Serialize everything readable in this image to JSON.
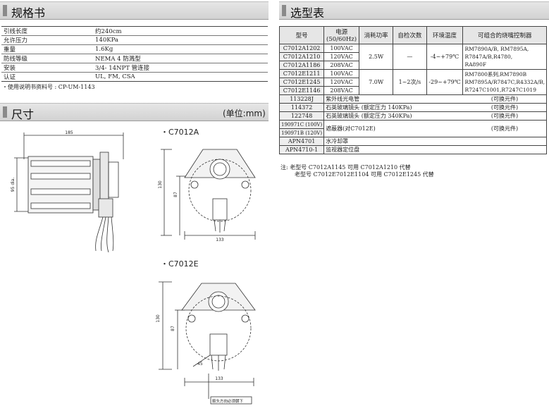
{
  "spec": {
    "title": "规格书",
    "rows": [
      {
        "k": "引线长度",
        "v": "约240cm"
      },
      {
        "k": "允许压力",
        "v": "140KPa"
      },
      {
        "k": "重量",
        "v": "1.6Kg"
      },
      {
        "k": "防线等级",
        "v": "NEMA 4 防溅型"
      },
      {
        "k": "安装",
        "v": "3/4- 14NPT 管连接"
      },
      {
        "k": "认证",
        "v": "UL, FM, CSA"
      }
    ],
    "note": "・使用说明书资料号 : CP-UM-1143"
  },
  "dims": {
    "title": "尺寸",
    "unit": "(单位:mm)",
    "label_a": "・C7012A",
    "label_e": "・C7012E",
    "side_len": "185",
    "side_dia": "95 dia.",
    "a_h1": "130",
    "a_h2": "87",
    "a_w": "133",
    "e_h1": "130",
    "e_h2": "87",
    "e_w": "133",
    "e_angle": "45",
    "e_note": "箭头方向必须朝下"
  },
  "select": {
    "title": "选型表",
    "headers": [
      "型号",
      "电源",
      "(50/60Hz)",
      "消耗功率",
      "自检次数",
      "环境温度",
      "可组合的烧嘴控制器"
    ],
    "groupA": {
      "models": [
        "C7012A1202",
        "C7012A1210",
        "C7012A1186"
      ],
      "volts": [
        "100VAC",
        "120VAC",
        "208VAC"
      ],
      "power": "2.5W",
      "checks": "—",
      "temp": "-4~+79℃",
      "ctl": [
        "RM7890A/B, RM7895A,",
        "R7847A/B,R4780,",
        "RA890F"
      ]
    },
    "groupE": {
      "models": [
        "C7012E1211",
        "C7012E1245",
        "C7012E1146"
      ],
      "volts": [
        "100VAC",
        "120VAC",
        "208VAC"
      ],
      "power": "7.0W",
      "checks": "1~2次/s",
      "temp": "-29~+79℃",
      "ctl": [
        "RM7800系列,RM7890B",
        "RM7895A/R7847C,R4332A/B,",
        "R7247C1001,R7247C1019"
      ]
    },
    "parts": [
      {
        "code": "113228J",
        "desc": "紫外线光电管",
        "opt": "(可换元件)"
      },
      {
        "code": "114372",
        "desc": "石英玻璃镜头 (额定压力 140KPa)",
        "opt": "(可换元件)"
      },
      {
        "code": "122748",
        "desc": "石英玻璃镜头 (额定压力 340KPa)",
        "opt": "(可换元件)"
      }
    ],
    "shutter": {
      "codes": [
        "190971C (100V)",
        "190971B (120V)"
      ],
      "desc": "遮蔽器(对C7012E)",
      "opt": "(可换元件)"
    },
    "extra": [
      {
        "code": "APN4701",
        "desc": "水冷却罩"
      },
      {
        "code": "APN4710-1",
        "desc": "监视器定位盘"
      }
    ],
    "notes": [
      "注: 老型号 C7012A1145 可用 C7012A1210 代替",
      "老型号 C7012E7012E1104 可用 C7012E1245 代替"
    ]
  }
}
